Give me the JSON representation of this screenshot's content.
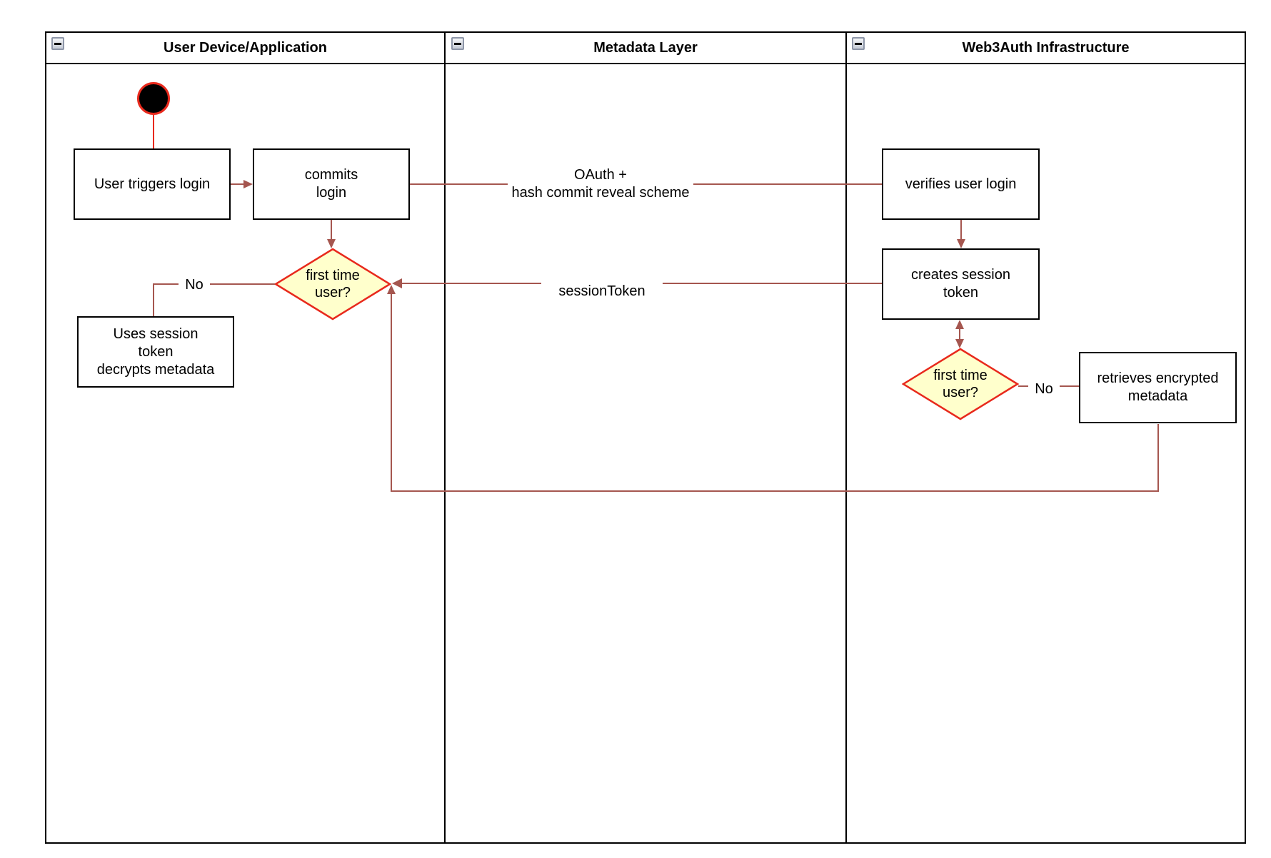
{
  "diagram": {
    "type": "uml-activity-swimlane",
    "lanes": [
      {
        "title": "User Device/Application"
      },
      {
        "title": "Metadata Layer"
      },
      {
        "title": "Web3Auth Infrastructure"
      }
    ],
    "nodes": {
      "start": {
        "type": "initial-node"
      },
      "user_triggers_login": {
        "lines": [
          "User triggers login"
        ]
      },
      "commits_login": {
        "lines": [
          "commits",
          "login"
        ]
      },
      "first_time_user_app": {
        "lines": [
          "first time",
          "user?"
        ]
      },
      "uses_session_token": {
        "lines": [
          "Uses session",
          "token",
          "decrypts metadata"
        ]
      },
      "verifies_user_login": {
        "lines": [
          "verifies user login"
        ]
      },
      "creates_session_token": {
        "lines": [
          "creates session",
          "token"
        ]
      },
      "first_time_user_infra": {
        "lines": [
          "first time",
          "user?"
        ]
      },
      "retrieves_encrypted_metadata": {
        "lines": [
          "retrieves encrypted",
          "metadata"
        ]
      }
    },
    "edge_labels": {
      "oauth": {
        "lines": [
          "OAuth +",
          "hash commit reveal scheme"
        ]
      },
      "session_token": "sessionToken",
      "no_app": "No",
      "no_infra": "No"
    },
    "colors": {
      "node_border": "#000000",
      "decision_border": "#e8291c",
      "decision_fill": "#ffffcc",
      "connector": "#a5564f",
      "start_ring": "#e8291c",
      "start_fill": "#000000"
    }
  }
}
